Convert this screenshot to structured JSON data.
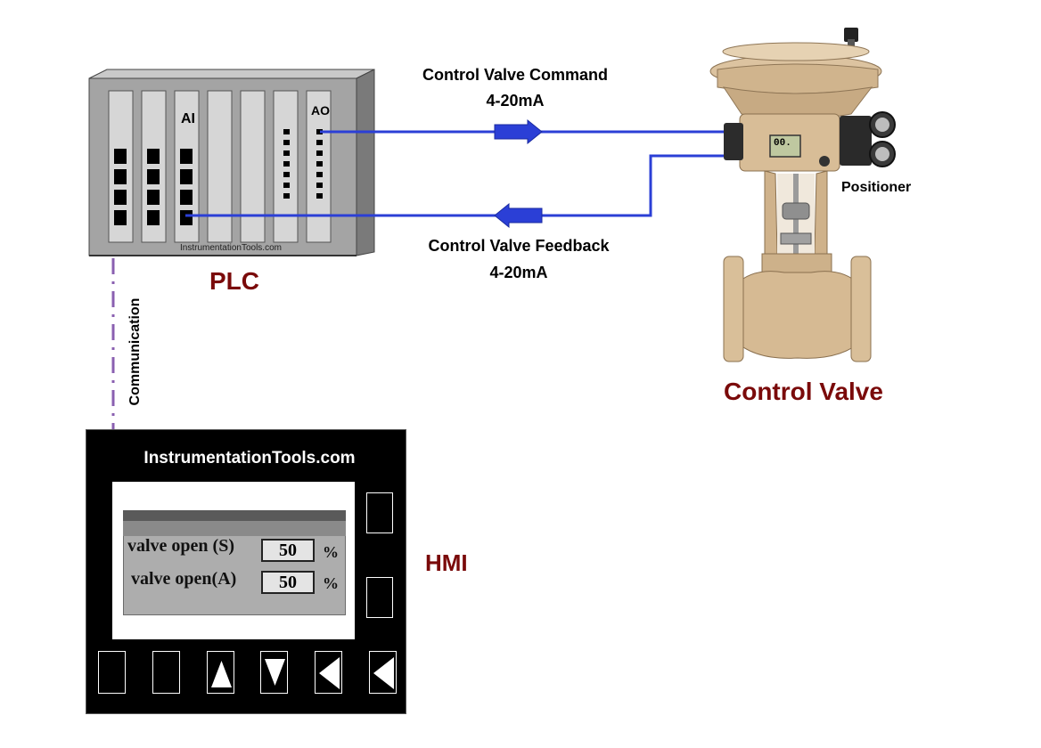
{
  "plc": {
    "label": "PLC",
    "brand": "InstrumentationTools.com",
    "module_ai": "AI",
    "module_ao": "AO"
  },
  "signals": {
    "command_title": "Control Valve Command",
    "command_range": "4-20mA",
    "feedback_title": "Control Valve Feedback",
    "feedback_range": "4-20mA"
  },
  "valve": {
    "label": "Control Valve",
    "positioner_label": "Positioner",
    "positioner_display": "00."
  },
  "communication": {
    "label": "Communication"
  },
  "hmi": {
    "label": "HMI",
    "title": "InstrumentationTools.com",
    "fields": [
      {
        "label": "valve open (S)",
        "value": "50",
        "unit": "%"
      },
      {
        "label": "valve open(A)",
        "value": "50",
        "unit": "%"
      }
    ]
  },
  "colors": {
    "signal_line": "#2b3fd6",
    "label_red": "#7a0a0a",
    "comm_line": "#8a5fb0",
    "valve_body": "#d4b896"
  }
}
